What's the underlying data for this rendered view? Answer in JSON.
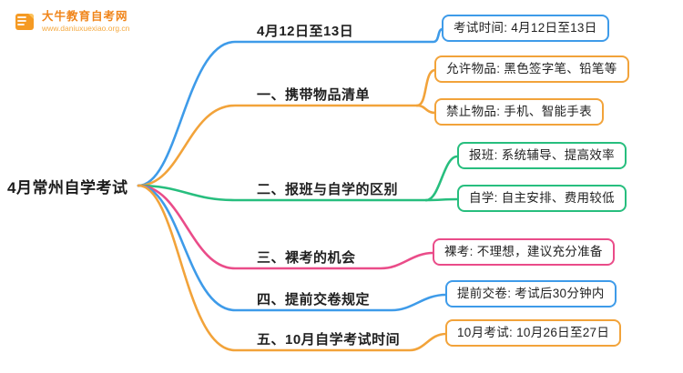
{
  "logo": {
    "name": "大牛教育自考网",
    "url": "www.daniuxuexiao.org.cn",
    "accent_color": "#f0851a"
  },
  "root": {
    "label": "4月常州自学考试"
  },
  "palette": {
    "blue": "#3e9be9",
    "orange": "#f2a33a",
    "green": "#27be7e",
    "pink": "#ea4c89"
  },
  "branches": [
    {
      "label": "4月12日至13日",
      "color": "#3e9be9",
      "children": [
        {
          "label": "考试时间: 4月12日至13日"
        }
      ]
    },
    {
      "label": "一、携带物品清单",
      "color": "#f2a33a",
      "children": [
        {
          "label": "允许物品: 黑色签字笔、铅笔等"
        },
        {
          "label": "禁止物品: 手机、智能手表"
        }
      ]
    },
    {
      "label": "二、报班与自学的区别",
      "color": "#27be7e",
      "children": [
        {
          "label": "报班: 系统辅导、提高效率"
        },
        {
          "label": "自学: 自主安排、费用较低"
        }
      ]
    },
    {
      "label": "三、裸考的机会",
      "color": "#ea4c89",
      "children": [
        {
          "label": "裸考: 不理想，建议充分准备"
        }
      ]
    },
    {
      "label": "四、提前交卷规定",
      "color": "#3e9be9",
      "children": [
        {
          "label": "提前交卷: 考试后30分钟内"
        }
      ]
    },
    {
      "label": "五、10月自学考试时间",
      "color": "#f2a33a",
      "children": [
        {
          "label": "10月考试: 10月26日至27日"
        }
      ]
    }
  ]
}
